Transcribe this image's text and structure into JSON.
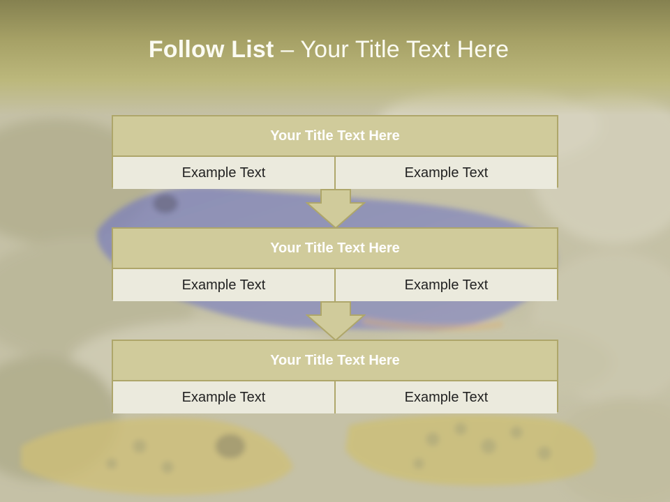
{
  "title": {
    "bold": "Follow List",
    "rest": " – Your Title Text Here"
  },
  "steps": [
    {
      "heading": "Your Title Text Here",
      "left": "Example Text",
      "right": "Example Text"
    },
    {
      "heading": "Your Title Text Here",
      "left": "Example Text",
      "right": "Example Text"
    },
    {
      "heading": "Your Title Text Here",
      "left": "Example Text",
      "right": "Example Text"
    }
  ],
  "colors": {
    "header": "#a6a166",
    "box_border": "#aea66a",
    "box_head": "#d0cb9b",
    "cell": "#ebeadd",
    "arrow_fill": "#d0cb9b"
  }
}
